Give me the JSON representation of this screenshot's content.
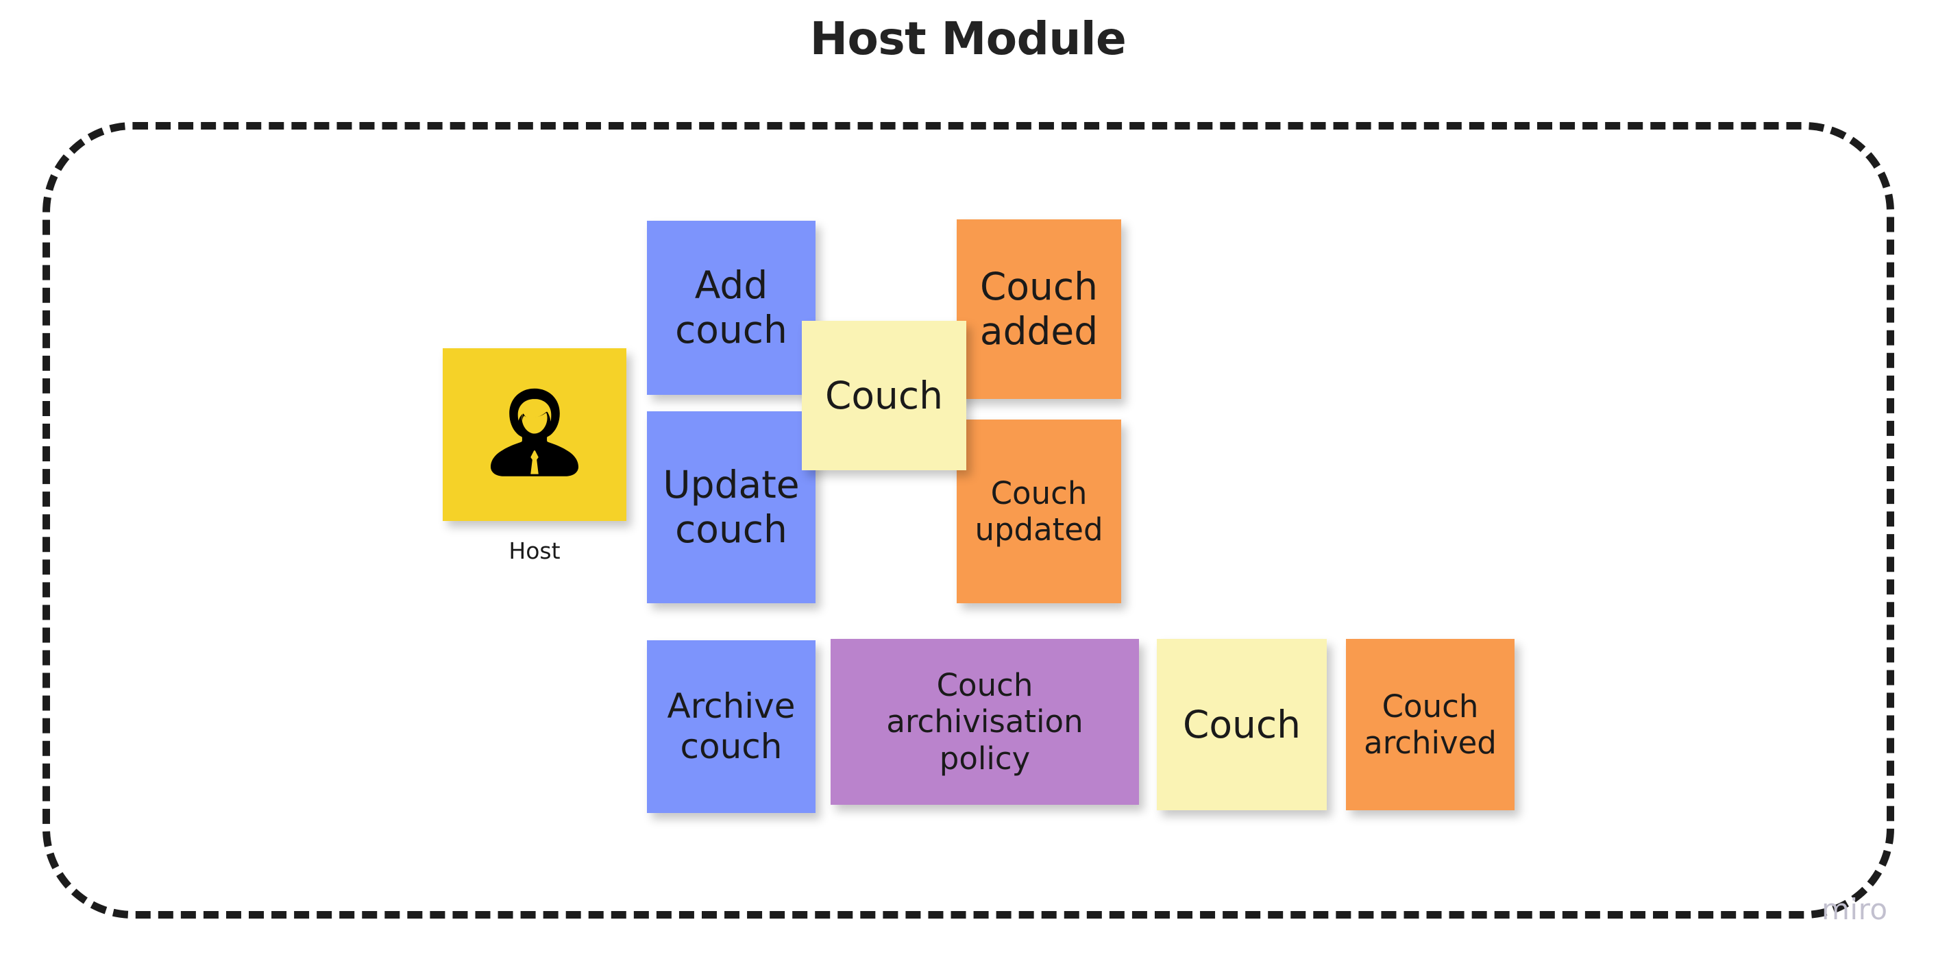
{
  "board": {
    "title": "Host Module",
    "watermark": "miro"
  },
  "persona": {
    "label": "Host",
    "icon": "person-in-suit-icon",
    "color": "#f5d228"
  },
  "colors": {
    "command": "#7d94fc",
    "event": "#f99b4e",
    "aggregate": "#faf3b4",
    "policy": "#ba83cc",
    "actor": "#f5d228",
    "frame": "#1c1c1c",
    "title_text": "#232323",
    "watermark": "#c2c0cf"
  },
  "rows": [
    {
      "name": "add-couch-flow",
      "notes": [
        {
          "id": "add-couch",
          "text": "Add\ncouch",
          "kind": "command",
          "color": "#7d94fc"
        },
        {
          "id": "couch-added",
          "text": "Couch\nadded",
          "kind": "event",
          "color": "#f99b4e"
        }
      ]
    },
    {
      "name": "update-couch-flow",
      "notes": [
        {
          "id": "update-couch",
          "text": "Update\ncouch",
          "kind": "command",
          "color": "#7d94fc"
        },
        {
          "id": "couch-updated",
          "text": "Couch\nupdated",
          "kind": "event",
          "color": "#f99b4e"
        }
      ]
    },
    {
      "name": "archive-couch-flow",
      "notes": [
        {
          "id": "archive-couch",
          "text": "Archive\ncouch",
          "kind": "command",
          "color": "#7d94fc"
        },
        {
          "id": "couch-archivisation-policy",
          "text": "Couch\narchivisation\npolicy",
          "kind": "policy",
          "color": "#ba83cc"
        },
        {
          "id": "couch-aggregate-3",
          "text": "Couch",
          "kind": "aggregate",
          "color": "#faf3b4"
        },
        {
          "id": "couch-archived",
          "text": "Couch\narchived",
          "kind": "event",
          "color": "#f99b4e"
        }
      ]
    }
  ],
  "center_aggregate": {
    "id": "couch-aggregate-center",
    "text": "Couch",
    "kind": "aggregate",
    "color": "#faf3b4"
  }
}
